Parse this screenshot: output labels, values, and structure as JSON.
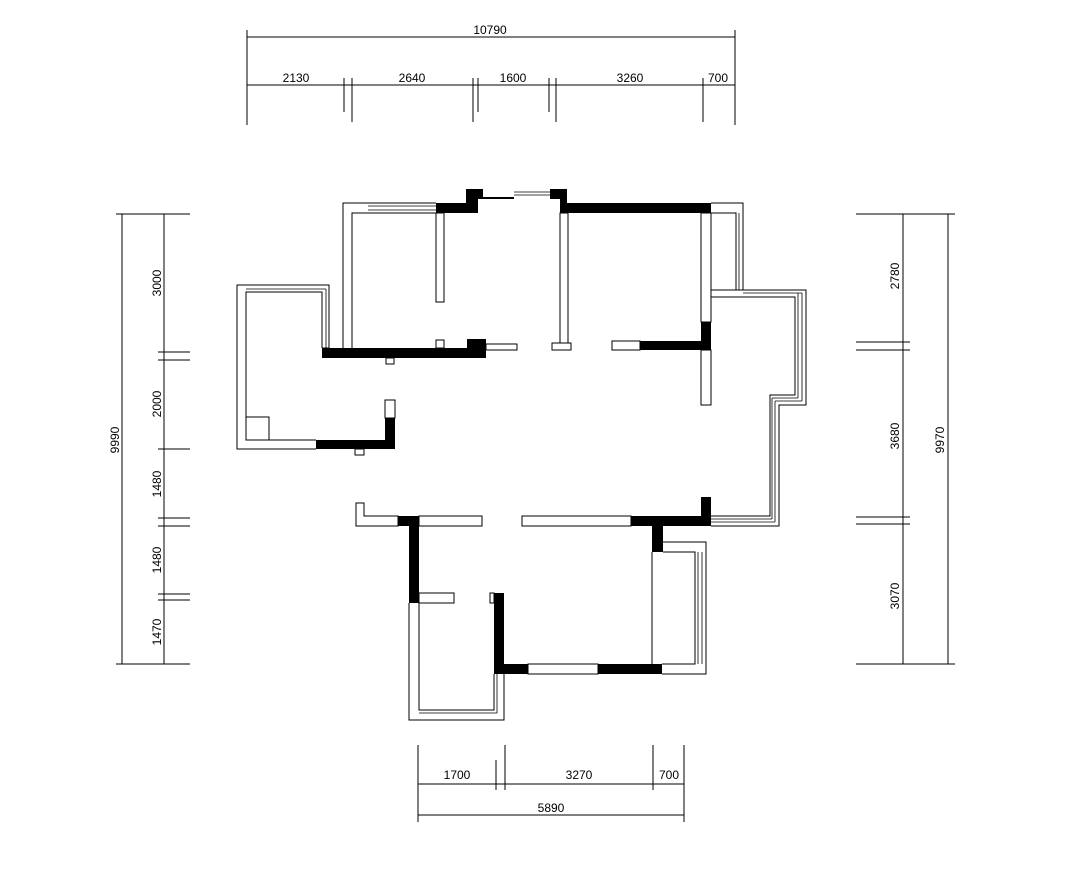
{
  "dimensions": {
    "top_total": "10790",
    "top_segments": [
      "2130",
      "2640",
      "1600",
      "3260",
      "700"
    ],
    "bottom_total": "5890",
    "bottom_segments": [
      "1700",
      "3270",
      "700"
    ],
    "left_total": "9990",
    "left_segments": [
      "3000",
      "2000",
      "1480",
      "1480",
      "1470"
    ],
    "right_total": "9970",
    "right_segments": [
      "2780",
      "3680",
      "3070"
    ]
  },
  "colors": {
    "line": "#000000",
    "wall_fill": "#000000",
    "background": "#ffffff"
  }
}
